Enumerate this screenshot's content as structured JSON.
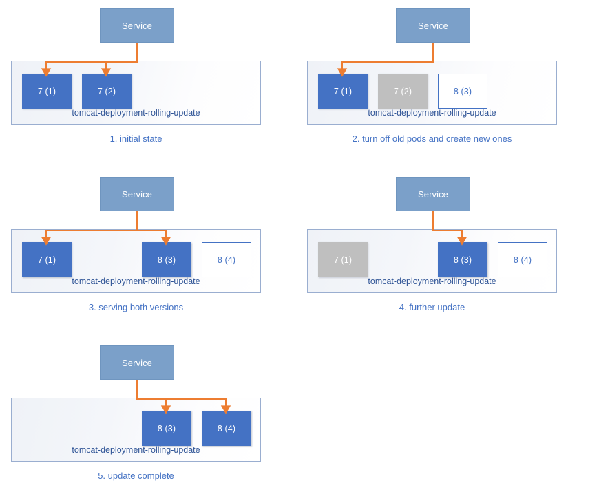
{
  "diagram": {
    "title": "Kubernetes deployment rolling update sequence",
    "colors": {
      "pod_running": "#4472c4",
      "pod_terminating": "#bfbfbf",
      "pod_pending": "#ffffff",
      "service": "#7ba0c9",
      "arrow": "#ed7d31",
      "caption_text": "#4472c4",
      "container_border": "#9aaed0"
    },
    "service_label": "Service",
    "deployment_label": "tomcat-deployment-rolling-update",
    "panels": [
      {
        "id": "panel-1",
        "caption": "1. initial state",
        "service_label": "Service",
        "deployment_label": "tomcat-deployment-rolling-update",
        "pods": [
          {
            "label": "7 (1)",
            "state": "running",
            "slot": 1
          },
          {
            "label": "7 (2)",
            "state": "running",
            "slot": 2
          }
        ],
        "arrow_targets": [
          1,
          2
        ]
      },
      {
        "id": "panel-2",
        "caption": "2. turn off old pods and create new ones",
        "service_label": "Service",
        "deployment_label": "tomcat-deployment-rolling-update",
        "pods": [
          {
            "label": "7 (1)",
            "state": "running",
            "slot": 1
          },
          {
            "label": "7 (2)",
            "state": "terminating",
            "slot": 2
          },
          {
            "label": "8 (3)",
            "state": "pending",
            "slot": 3
          }
        ],
        "arrow_targets": [
          1
        ]
      },
      {
        "id": "panel-3",
        "caption": "3. serving both versions",
        "service_label": "Service",
        "deployment_label": "tomcat-deployment-rolling-update",
        "pods": [
          {
            "label": "7 (1)",
            "state": "running",
            "slot": 1
          },
          {
            "label": "8 (3)",
            "state": "running",
            "slot": 3
          },
          {
            "label": "8 (4)",
            "state": "pending",
            "slot": 4
          }
        ],
        "arrow_targets": [
          1,
          3
        ]
      },
      {
        "id": "panel-4",
        "caption": "4. further update",
        "service_label": "Service",
        "deployment_label": "tomcat-deployment-rolling-update",
        "pods": [
          {
            "label": "7 (1)",
            "state": "terminating",
            "slot": 1
          },
          {
            "label": "8 (3)",
            "state": "running",
            "slot": 3
          },
          {
            "label": "8 (4)",
            "state": "pending",
            "slot": 4
          }
        ],
        "arrow_targets": [
          3
        ]
      },
      {
        "id": "panel-5",
        "caption": "5. update complete",
        "service_label": "Service",
        "deployment_label": "tomcat-deployment-rolling-update",
        "pods": [
          {
            "label": "8 (3)",
            "state": "running",
            "slot": 3
          },
          {
            "label": "8 (4)",
            "state": "running",
            "slot": 4
          }
        ],
        "arrow_targets": [
          3,
          4
        ]
      }
    ]
  }
}
